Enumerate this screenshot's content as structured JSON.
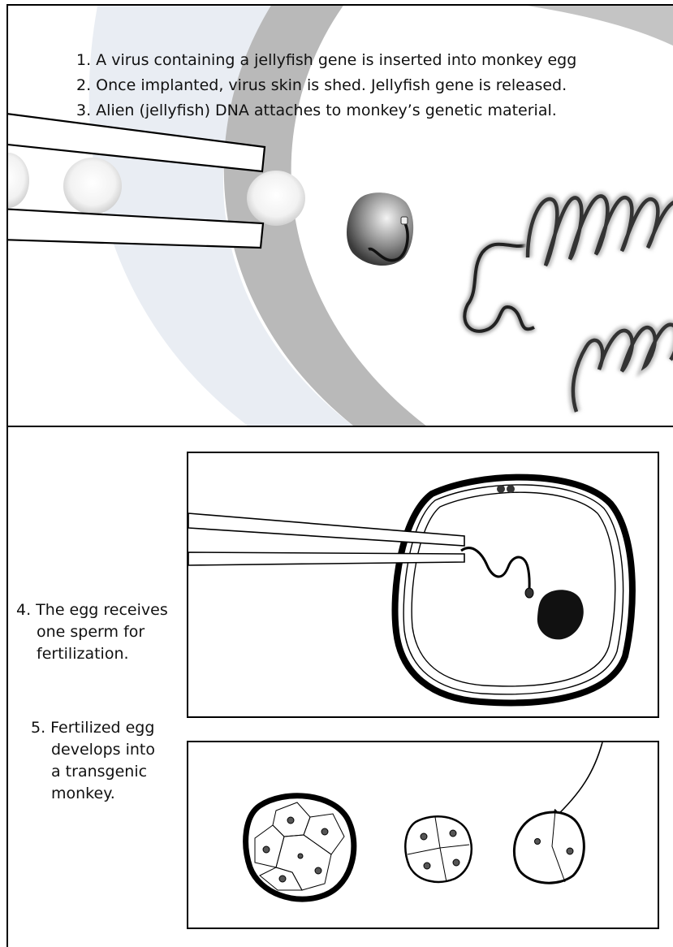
{
  "top_panel": {
    "steps": [
      "1.  A virus containing a jellyfish gene is inserted into monkey egg",
      "2.  Once implanted, virus skin is shed. Jellyfish gene is released.",
      "3.  Alien (jellyfish) DNA attaches to monkey’s genetic material."
    ]
  },
  "step4": {
    "line1": "4. The egg receives",
    "line2": "one sperm for",
    "line3": "fertilization."
  },
  "step5": {
    "line1": "5. Fertilized egg",
    "line2": "develops into",
    "line3": "a transgenic",
    "line4": "monkey."
  }
}
